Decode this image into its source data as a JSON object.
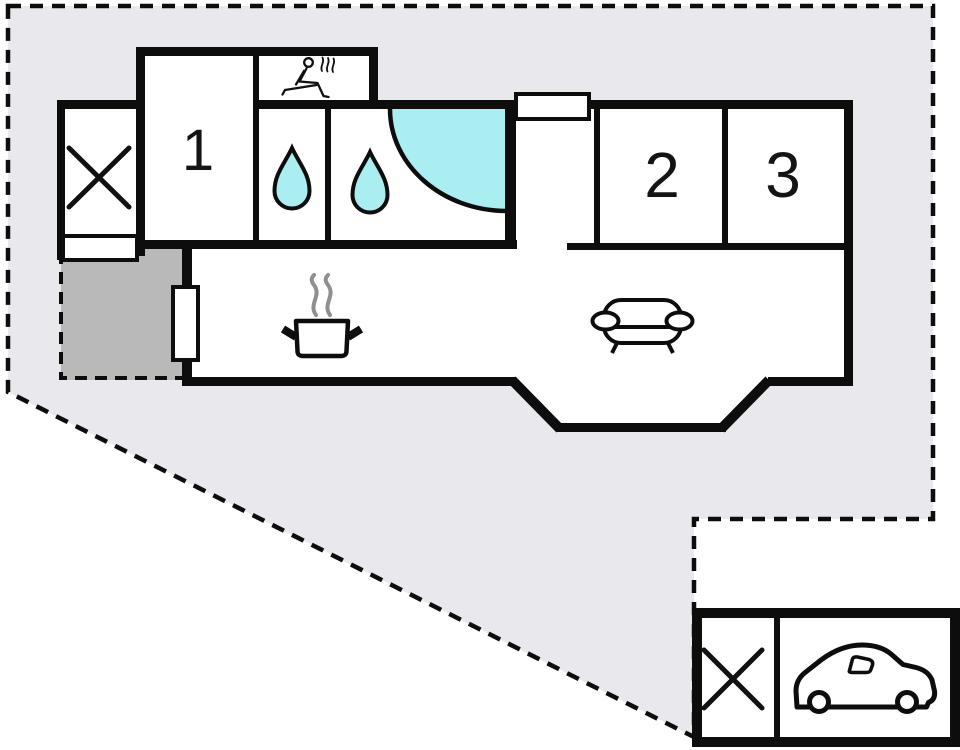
{
  "plan": {
    "rooms": {
      "bedroom_1": {
        "label": "1"
      },
      "bedroom_2": {
        "label": "2"
      },
      "bedroom_3": {
        "label": "3"
      }
    },
    "icons": {
      "terrace": "x-mark-icon",
      "sauna": "sauna-person-icon",
      "shower_1": "water-drop-icon",
      "shower_2": "water-drop-icon",
      "bathtub": "corner-bathtub-icon",
      "kitchen": "steaming-pot-icon",
      "living_room": "sofa-icon",
      "carport_storage": "x-mark-icon",
      "carport": "car-icon"
    },
    "colors": {
      "plot_fill": "#e9e9ed",
      "porch_fill": "#b9b9b9",
      "water_fill": "#abeef2",
      "wall": "#0d0d0d",
      "steam_gray": "#8f8f8f"
    }
  }
}
